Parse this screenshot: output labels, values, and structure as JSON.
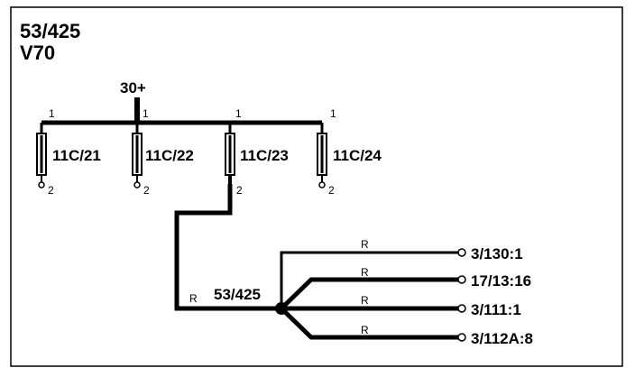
{
  "header": {
    "line1": "53/425",
    "line2": "V70"
  },
  "supply": {
    "label": "30+"
  },
  "fuses": [
    {
      "label": "11C/21",
      "pin_top": "1",
      "pin_bottom": "2"
    },
    {
      "label": "11C/22",
      "pin_top": "1",
      "pin_bottom": "2"
    },
    {
      "label": "11C/23",
      "pin_top": "1",
      "pin_bottom": "2"
    },
    {
      "label": "11C/24",
      "pin_top": "1",
      "pin_bottom": "2"
    }
  ],
  "splice": {
    "label": "53/425",
    "wire_color": "R"
  },
  "outputs": [
    {
      "label": "3/130:1",
      "wire_color": "R"
    },
    {
      "label": "17/13:16",
      "wire_color": "R"
    },
    {
      "label": "3/111:1",
      "wire_color": "R"
    },
    {
      "label": "3/112A:8",
      "wire_color": "R"
    }
  ]
}
